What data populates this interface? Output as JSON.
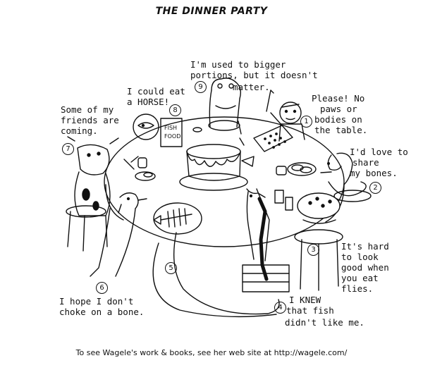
{
  "title": "THE DINNER PARTY",
  "captions": {
    "c9_line1": "I'm used to bigger",
    "c9_line2": "portions, but it doesn't",
    "c9_line3": "matter.",
    "c8_line1": "I could eat",
    "c8_line2": "a HORSE!",
    "c7_line1": "Some of my",
    "c7_line2": "friends are",
    "c7_line3": "coming.",
    "c1_line1": "Please! No",
    "c1_line2": "paws or",
    "c1_line3": "bodies on",
    "c1_line4": "the table.",
    "c2_line1": "I'd love to",
    "c2_line2": "share",
    "c2_line3": "my bones.",
    "c3_line1": "It's hard",
    "c3_line2": "to look",
    "c3_line3": "good when",
    "c3_line4": "you eat",
    "c3_line5": "flies.",
    "c4_line1": "I KNEW",
    "c4_line2": "that fish",
    "c4_line3": "didn't like me.",
    "c6_line1": "I hope I don't",
    "c6_line2": "choke on a bone."
  },
  "numbers": {
    "n1": "1",
    "n2": "2",
    "n3": "3",
    "n4": "4",
    "n5": "5",
    "n6": "6",
    "n7": "7",
    "n8": "8",
    "n9": "9"
  },
  "fish_food_label_1": "FISH",
  "fish_food_label_2": "FOOD",
  "footer": "To see Wagele's work & books, see her web site at http://wagele.com/"
}
